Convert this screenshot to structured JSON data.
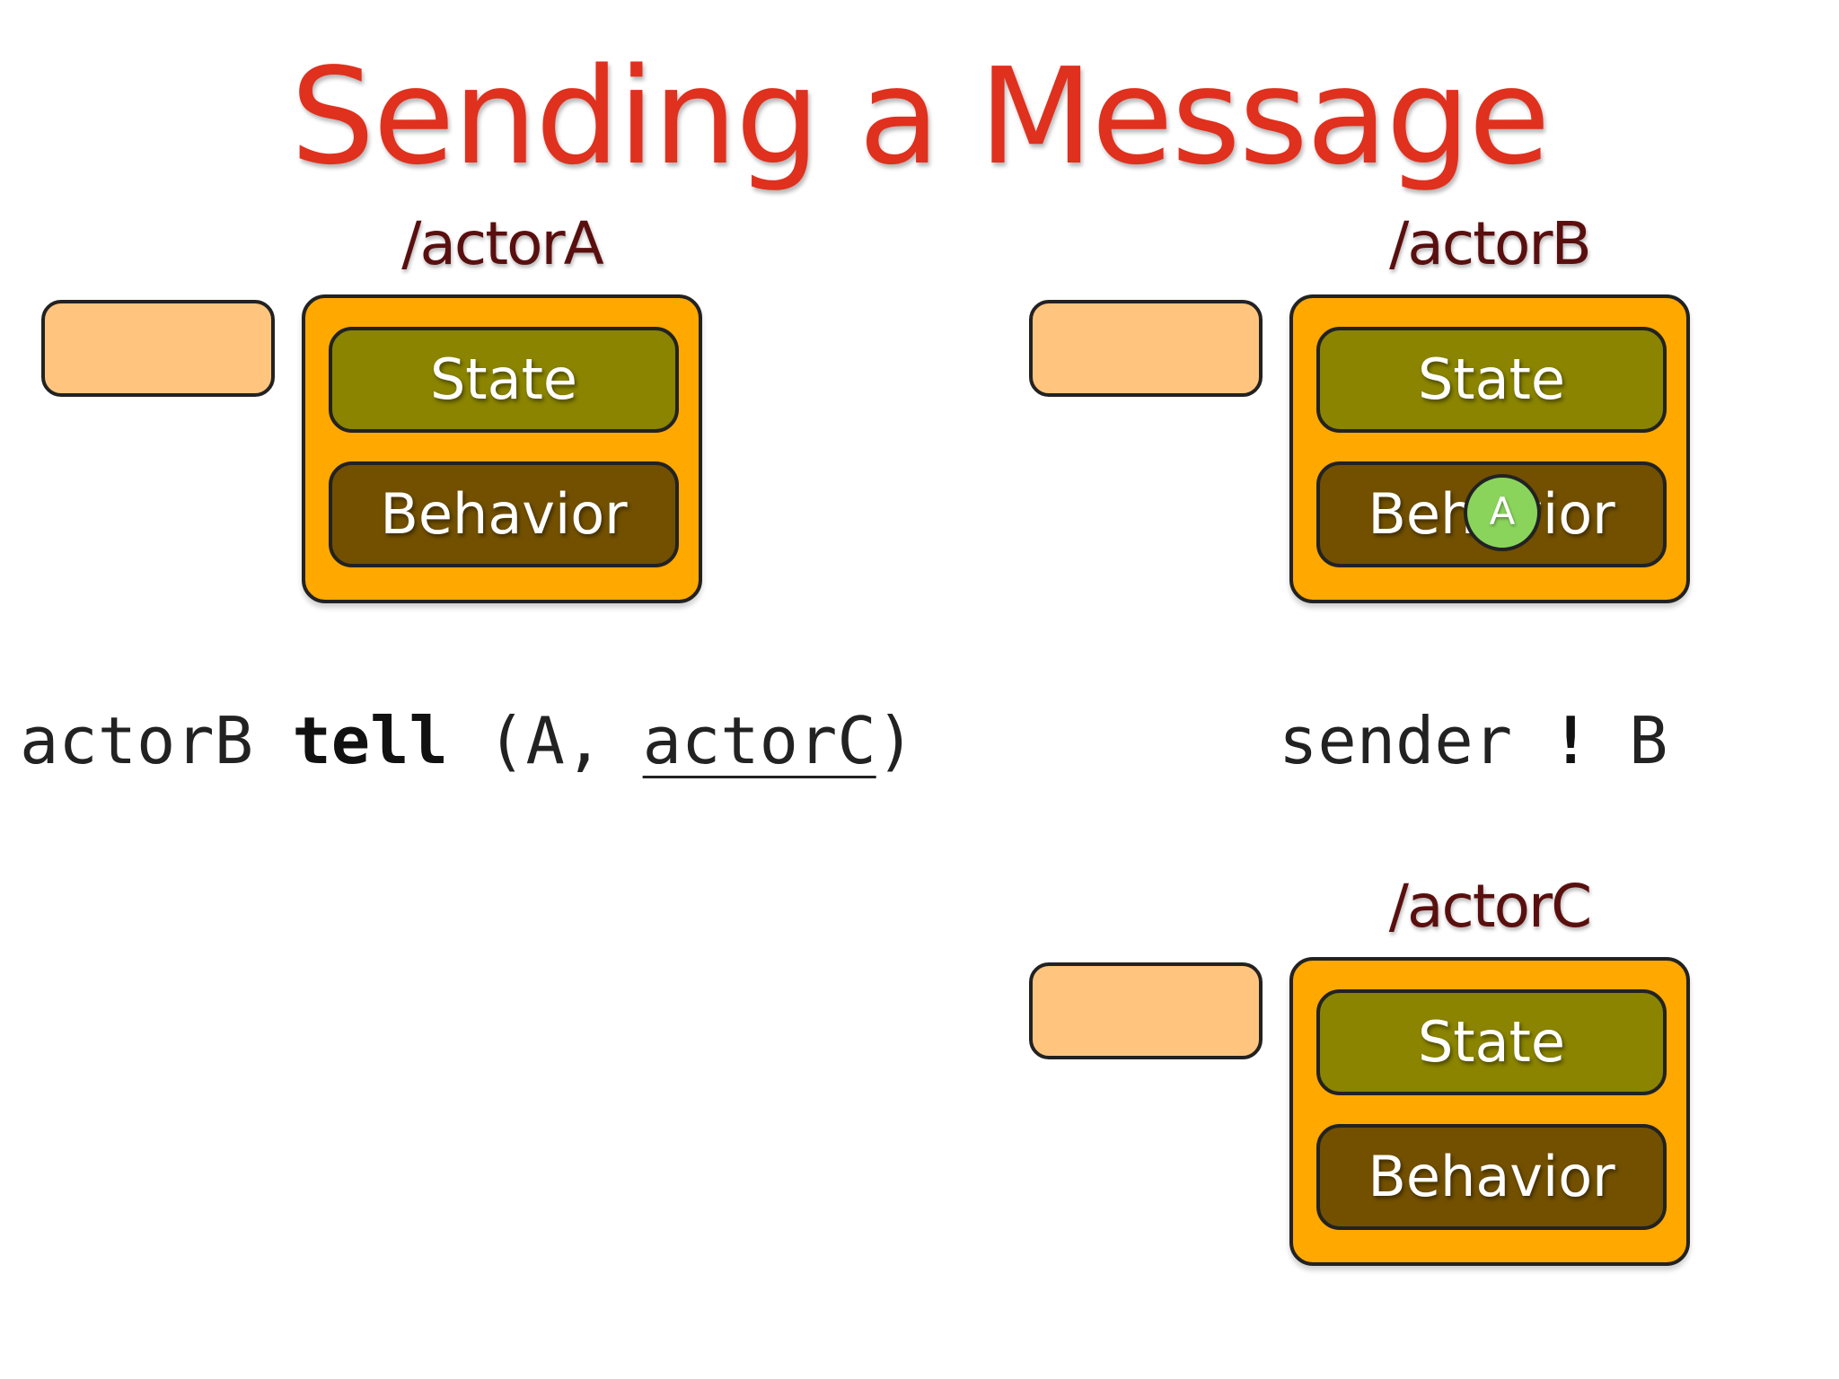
{
  "slide": {
    "title": "Sending a Message"
  },
  "actors": {
    "actor_a": {
      "label": "/actorA",
      "state": "State",
      "behavior": "Behavior"
    },
    "actor_b": {
      "label": "/actorB",
      "state": "State",
      "behavior": "Behavior"
    },
    "actor_c": {
      "label": "/actorC",
      "state": "State",
      "behavior": "Behavior"
    }
  },
  "message": {
    "token": "A"
  },
  "code": {
    "tell_receiver": "actorB",
    "tell_keyword": "tell",
    "tell_open": "(A,",
    "tell_sender_arg": "actorC",
    "tell_close": ")",
    "reply_target": "sender",
    "reply_operator": "!",
    "reply_message": "B"
  },
  "colors": {
    "title": "#e0301e",
    "actor_label": "#5a0f0f",
    "mailbox": "#ffc57f",
    "actor_body": "#ffa800",
    "state": "#8a8400",
    "behavior": "#725000",
    "message_token": "#8ad45c"
  }
}
